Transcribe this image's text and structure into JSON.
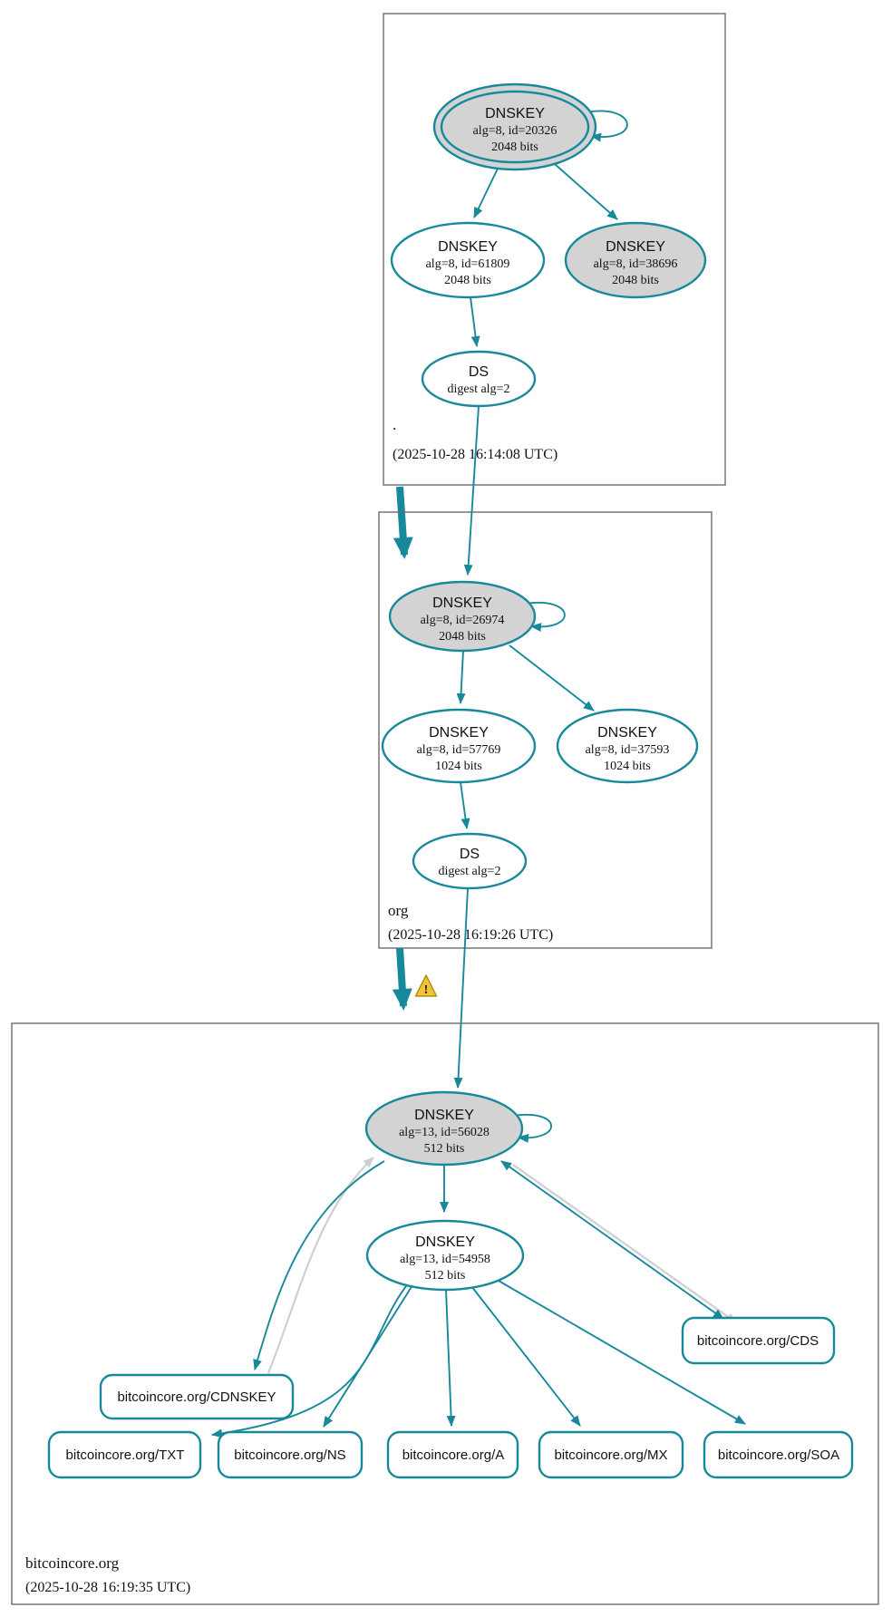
{
  "colors": {
    "accent_teal": "#17899b",
    "edge_gray": "#cfcfcf",
    "node_fill_gray": "#d3d3d3",
    "node_fill_white": "#ffffff",
    "zone_box_border": "#6b6b6b",
    "warning_yellow": "#f2c437"
  },
  "warning": {
    "symbol": "!"
  },
  "zones": {
    "root": {
      "label": ".",
      "timestamp": "(2025-10-28 16:14:08 UTC)",
      "ksk": {
        "title": "DNSKEY",
        "detail": "alg=8, id=20326",
        "bits": "2048 bits"
      },
      "zsk": {
        "title": "DNSKEY",
        "detail": "alg=8, id=61809",
        "bits": "2048 bits"
      },
      "key2": {
        "title": "DNSKEY",
        "detail": "alg=8, id=38696",
        "bits": "2048 bits"
      },
      "ds": {
        "title": "DS",
        "detail": "digest alg=2"
      }
    },
    "org": {
      "label": "org",
      "timestamp": "(2025-10-28 16:19:26 UTC)",
      "ksk": {
        "title": "DNSKEY",
        "detail": "alg=8, id=26974",
        "bits": "2048 bits"
      },
      "zsk": {
        "title": "DNSKEY",
        "detail": "alg=8, id=57769",
        "bits": "1024 bits"
      },
      "key2": {
        "title": "DNSKEY",
        "detail": "alg=8, id=37593",
        "bits": "1024 bits"
      },
      "ds": {
        "title": "DS",
        "detail": "digest alg=2"
      }
    },
    "bitcoincore": {
      "label": "bitcoincore.org",
      "timestamp": "(2025-10-28 16:19:35 UTC)",
      "ksk": {
        "title": "DNSKEY",
        "detail": "alg=13, id=56028",
        "bits": "512 bits"
      },
      "zsk": {
        "title": "DNSKEY",
        "detail": "alg=13, id=54958",
        "bits": "512 bits"
      },
      "rrsets": {
        "cds": {
          "label": "bitcoincore.org/CDS"
        },
        "cdnskey": {
          "label": "bitcoincore.org/CDNSKEY"
        },
        "txt": {
          "label": "bitcoincore.org/TXT"
        },
        "ns": {
          "label": "bitcoincore.org/NS"
        },
        "a": {
          "label": "bitcoincore.org/A"
        },
        "mx": {
          "label": "bitcoincore.org/MX"
        },
        "soa": {
          "label": "bitcoincore.org/SOA"
        }
      }
    }
  }
}
